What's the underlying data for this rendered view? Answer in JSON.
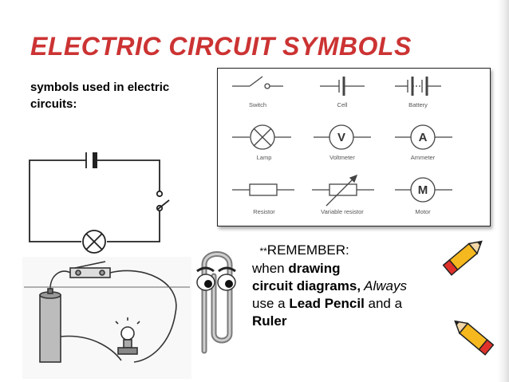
{
  "title": "ELECTRIC CIRCUIT SYMBOLS",
  "intro": {
    "line1": "symbols used in electric",
    "line2": "circuits:"
  },
  "symbols": [
    {
      "label": "Switch"
    },
    {
      "label": "Cell"
    },
    {
      "label": "Battery"
    },
    {
      "label": "Lamp"
    },
    {
      "label": "Voltmeter",
      "glyph": "V"
    },
    {
      "label": "Ammeter",
      "glyph": "A"
    },
    {
      "label": "Resistor"
    },
    {
      "label": "Variable resistor"
    },
    {
      "label": "Motor",
      "glyph": "M"
    }
  ],
  "note": {
    "stars": "**",
    "remember": "REMEMBER:",
    "when": "when ",
    "drawing": "drawing",
    "circuit_diagrams": "circuit diagrams,",
    "always": " Always",
    "use_a": "use a ",
    "lead_pencil": "Lead Pencil",
    "and_a": " and a",
    "ruler": "Ruler"
  },
  "colors": {
    "title": "#cc3333",
    "pencil_body": "#f5b81e",
    "pencil_eraser": "#e0322a"
  },
  "icons": [
    "switch-icon",
    "cell-icon",
    "battery-icon",
    "lamp-icon",
    "voltmeter-icon",
    "ammeter-icon",
    "resistor-icon",
    "variable-resistor-icon",
    "motor-icon",
    "clippy-icon",
    "pencil-icon"
  ]
}
